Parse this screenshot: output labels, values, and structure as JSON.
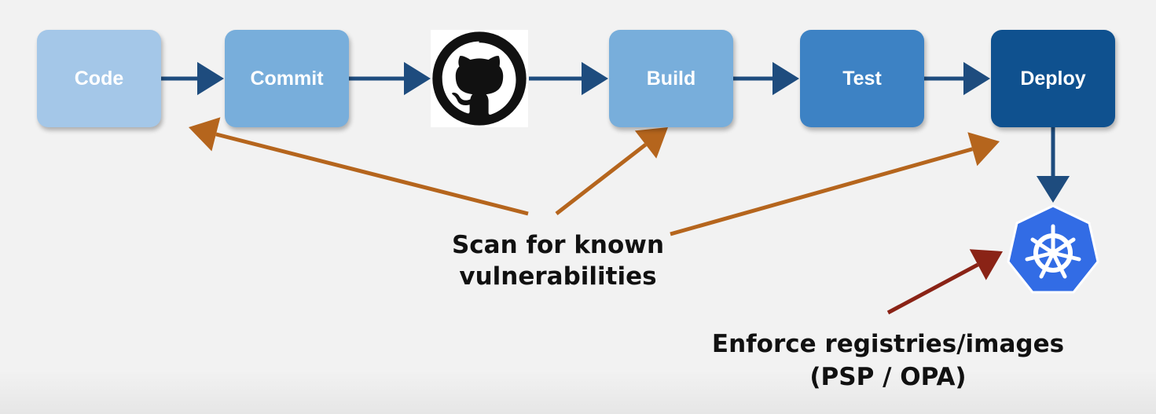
{
  "colors": {
    "code": "#a4c7e8",
    "commit": "#78aedb",
    "build": "#78aedb",
    "test": "#3d82c4",
    "deploy": "#0f518f",
    "flow_arrow": "#1e4c7e",
    "scan_arrow": "#b5651d",
    "enforce_arrow": "#8a2316",
    "kubernetes": "#326ce5"
  },
  "pipeline": {
    "code": "Code",
    "commit": "Commit",
    "build": "Build",
    "test": "Test",
    "deploy": "Deploy"
  },
  "icons": {
    "repo": "github-icon",
    "cluster": "kubernetes-icon"
  },
  "annotations": {
    "scan_line1": "Scan for known",
    "scan_line2": "vulnerabilities",
    "enforce_line1": "Enforce registries/images",
    "enforce_line2": "(PSP / OPA)"
  }
}
